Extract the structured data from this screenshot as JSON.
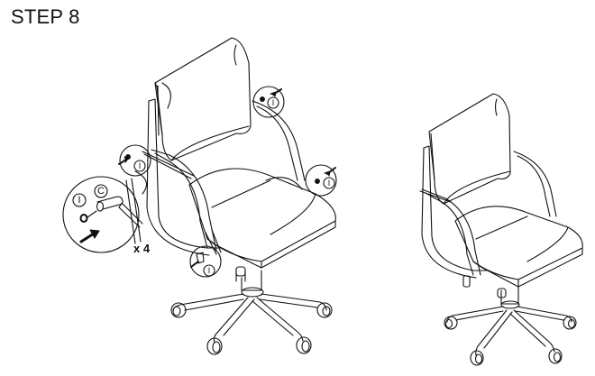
{
  "step": {
    "title": "STEP 8"
  },
  "detail_callout": {
    "quantity_label": "x 4",
    "parts": [
      {
        "id": "I",
        "label": "I"
      },
      {
        "id": "C",
        "label": "C"
      }
    ]
  },
  "callouts": [
    {
      "position": "left-armrest-back",
      "part_label": "I"
    },
    {
      "position": "right-armrest-back",
      "part_label": "I"
    },
    {
      "position": "right-armrest-front",
      "part_label": "I"
    },
    {
      "position": "left-armrest-front",
      "part_label": "I"
    }
  ],
  "illustrations": [
    {
      "name": "chair-assembly-in-progress"
    },
    {
      "name": "chair-assembled"
    }
  ]
}
